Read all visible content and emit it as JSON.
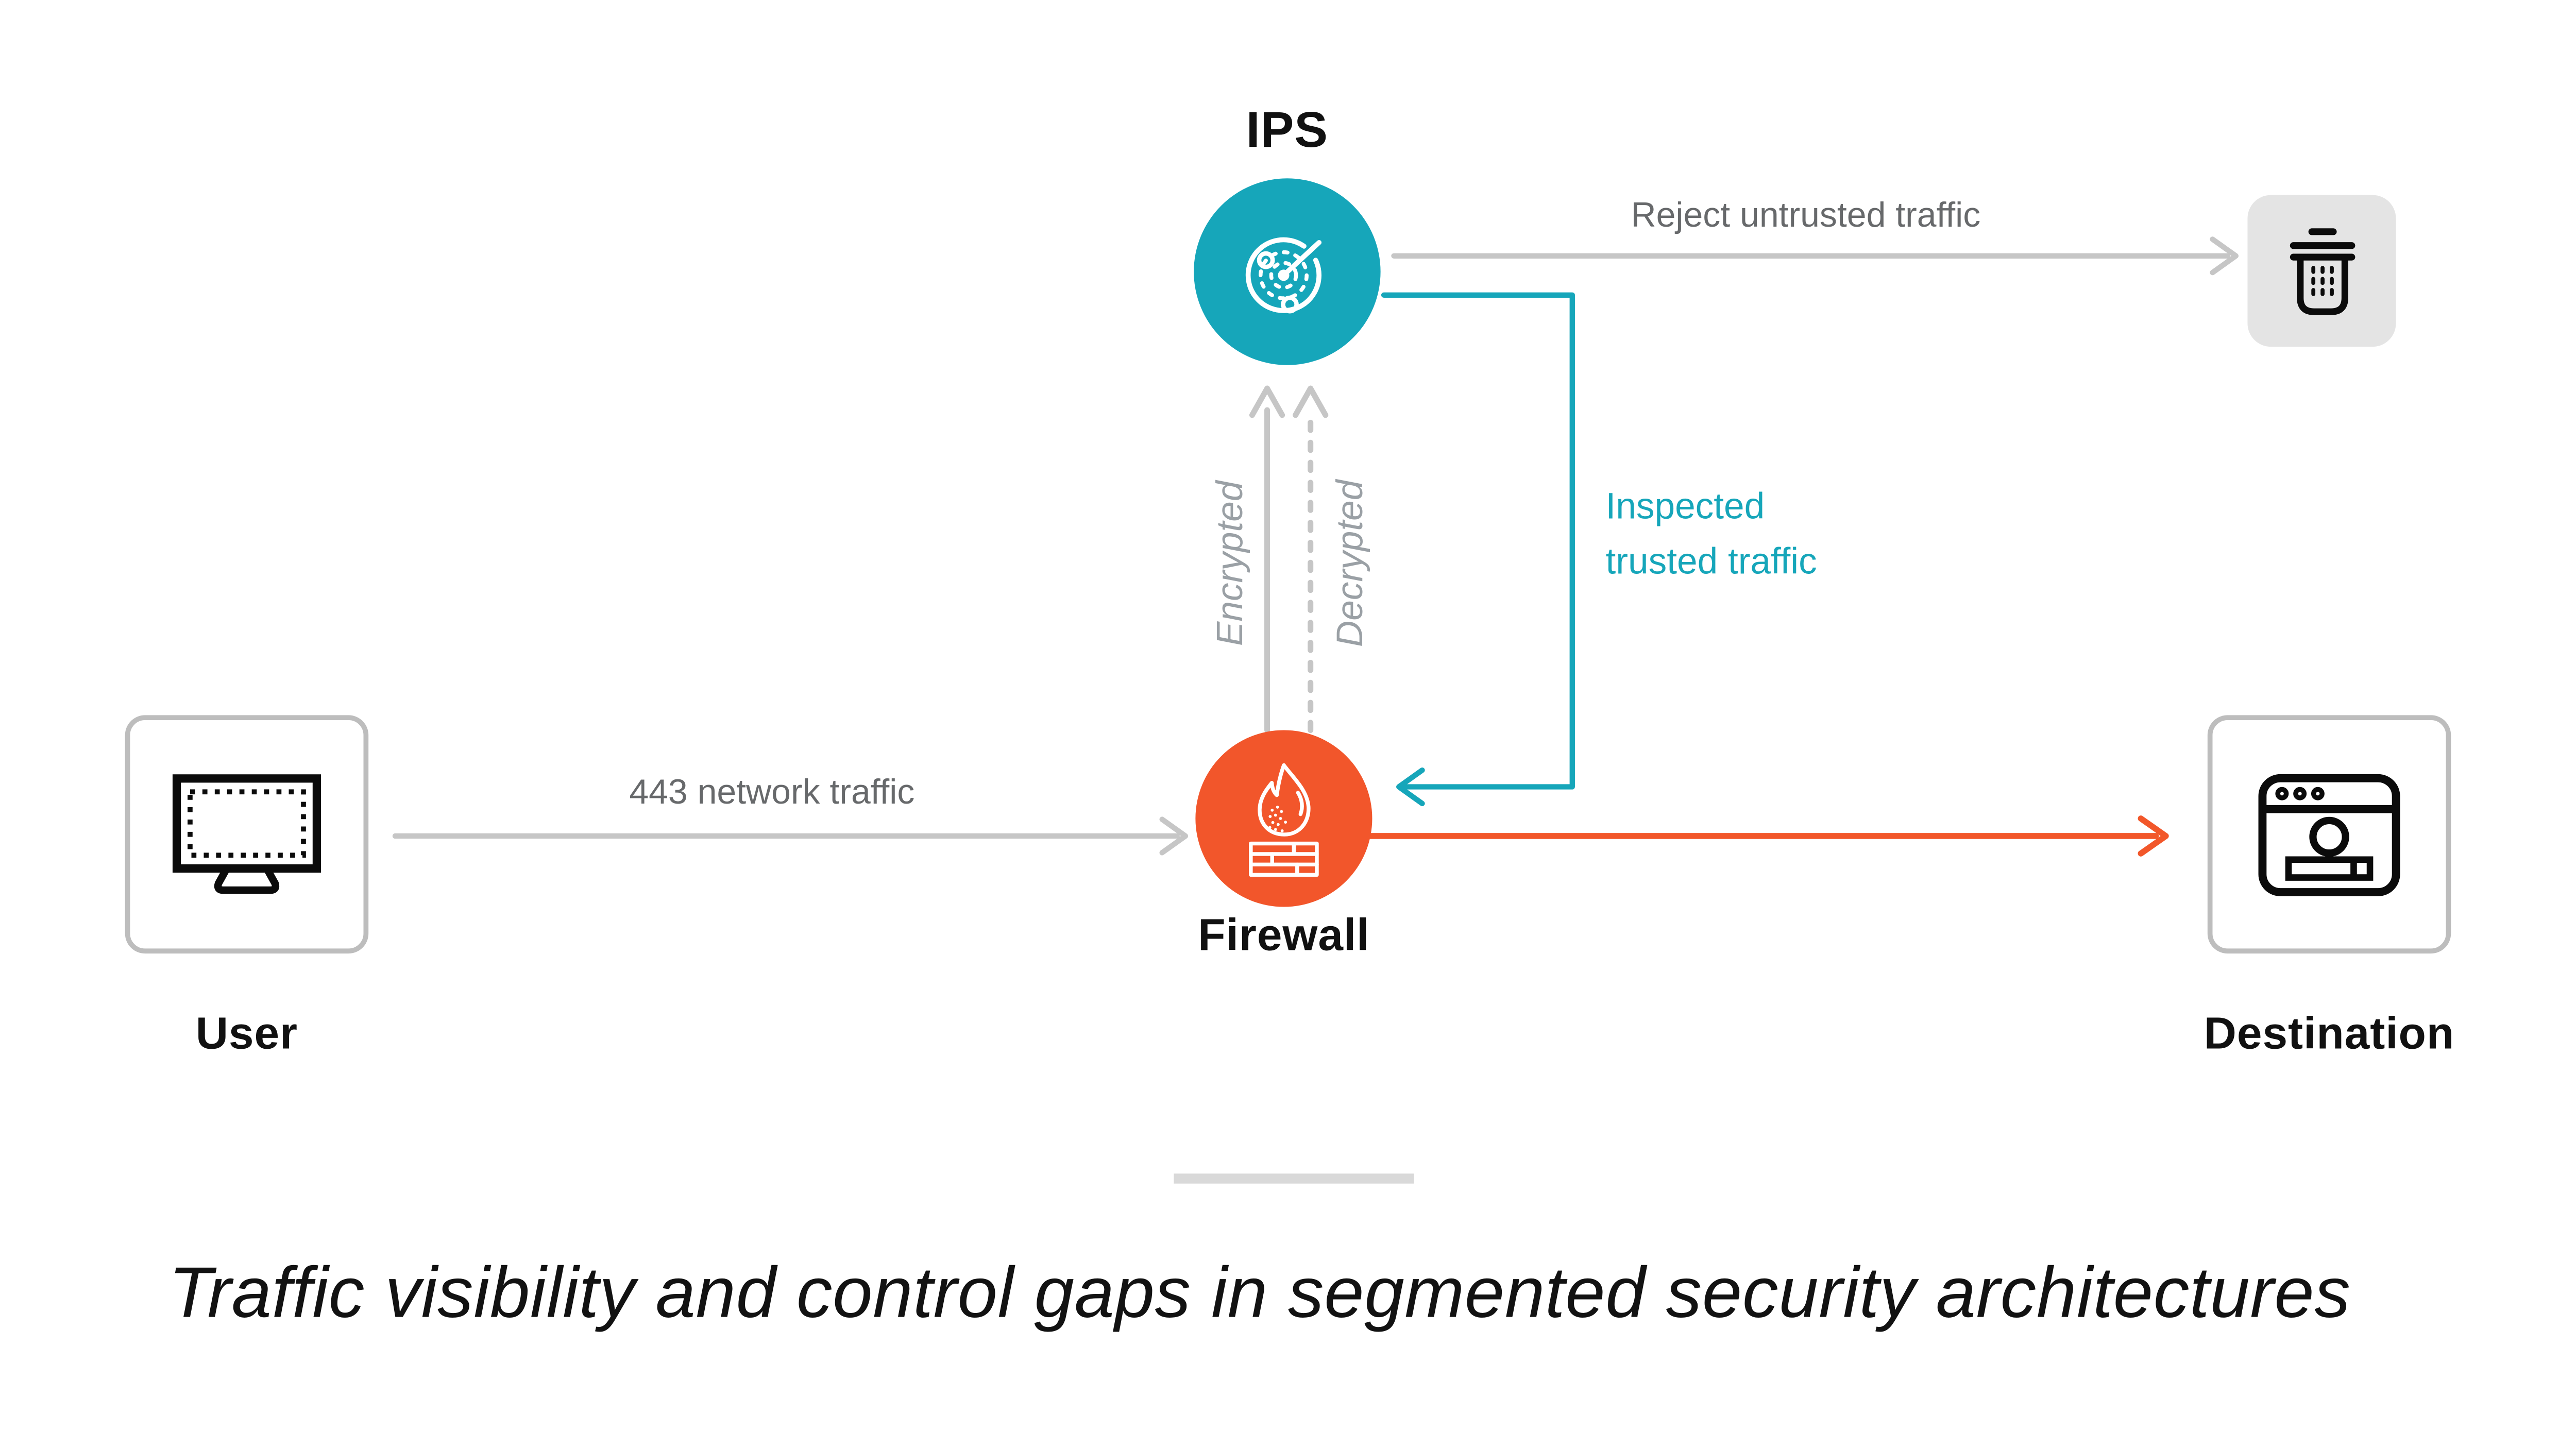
{
  "caption": "Traffic visibility and control gaps in segmented security architectures",
  "nodes": {
    "ips": {
      "label": "IPS",
      "icon": "radar-icon",
      "color": "#16a6ba"
    },
    "firewall": {
      "label": "Firewall",
      "icon": "firewall-flame-icon",
      "color": "#f2562b"
    },
    "user": {
      "label": "User",
      "icon": "monitor-icon"
    },
    "destination": {
      "label": "Destination",
      "icon": "browser-window-icon"
    },
    "trash": {
      "icon": "trash-icon",
      "background": "#e4e4e4"
    }
  },
  "edges": {
    "user_to_firewall": {
      "label": "443 network traffic",
      "style": "solid",
      "color": "#c6c6c6",
      "direction": "right"
    },
    "ips_to_trash": {
      "label": "Reject untrusted traffic",
      "style": "solid",
      "color": "#c6c6c6",
      "direction": "right"
    },
    "firewall_to_ips_encrypted": {
      "label": "Encrypted",
      "style": "solid",
      "color": "#c6c6c6",
      "direction": "up"
    },
    "firewall_to_ips_decrypted": {
      "label": "Decrypted",
      "style": "dashed",
      "color": "#c6c6c6",
      "direction": "up"
    },
    "ips_to_firewall_inspected": {
      "label": "Inspected trusted traffic",
      "style": "solid",
      "color": "#16a6ba",
      "direction": "elbow-left"
    },
    "firewall_to_destination": {
      "label": "",
      "style": "solid",
      "color": "#f2572a",
      "direction": "right"
    }
  },
  "colors": {
    "teal": "#16a6ba",
    "orange": "#f2562b",
    "orange_arrow": "#f2572a",
    "gray_arrow": "#c6c6c6",
    "gray_text": "#67696b",
    "muted_italic_label": "#9aa0a5",
    "divider": "#d9d9d9",
    "box_border": "#bdbdbd",
    "trash_background": "#e4e4e4",
    "text": "#111111"
  }
}
